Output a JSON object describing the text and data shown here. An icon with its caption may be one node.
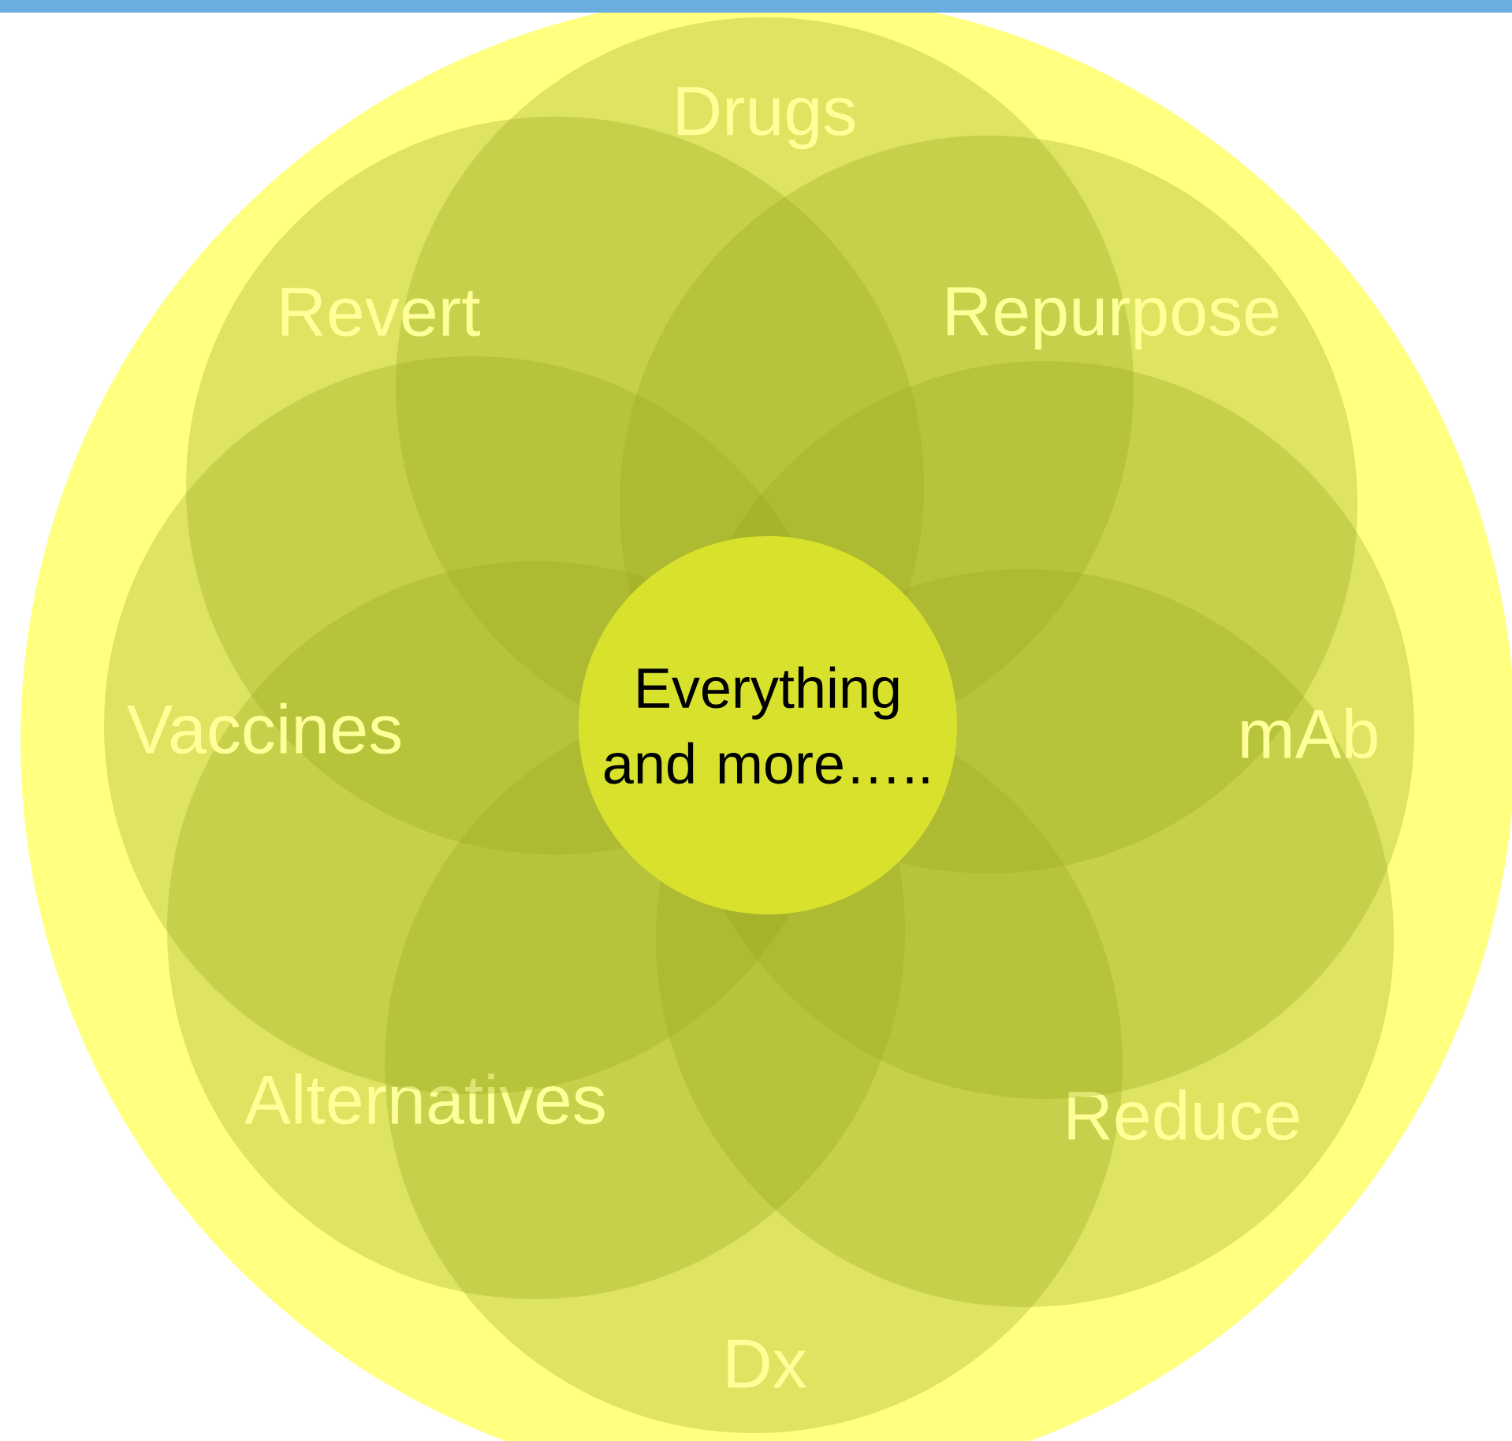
{
  "diagram": {
    "nodes": [
      {
        "text": [
          "Drugs"
        ]
      },
      {
        "text": [
          "Revert"
        ]
      },
      {
        "text": [
          "Repurpose"
        ]
      },
      {
        "text": [
          "Vaccines"
        ]
      },
      {
        "text": [
          "Everything and more….."
        ]
      },
      {
        "text": [
          "mAb"
        ]
      },
      {
        "text": [
          "Alternatives"
        ]
      },
      {
        "text": [
          "Reduce"
        ]
      },
      {
        "text": [
          "Dx"
        ]
      }
    ]
  }
}
